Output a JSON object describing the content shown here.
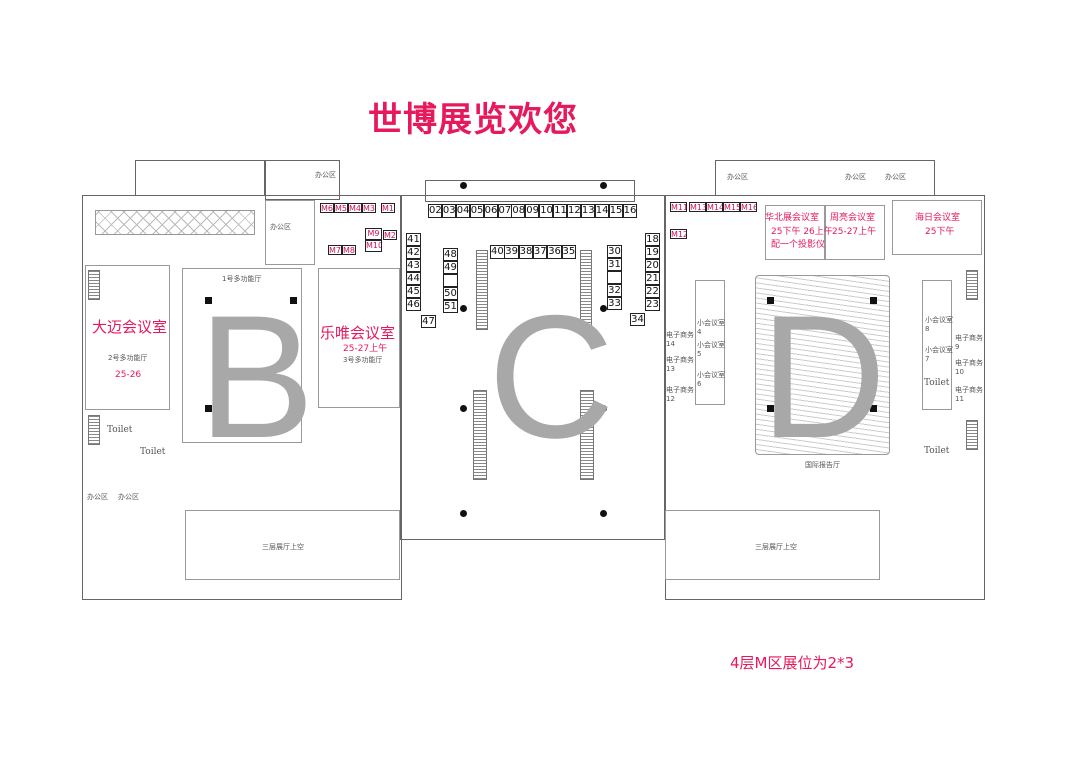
{
  "title": "世博展览欢您",
  "zones": {
    "b": "B",
    "c": "C",
    "d": "D"
  },
  "booths": {
    "top_row": [
      "02",
      "03",
      "04",
      "05",
      "06",
      "07",
      "08",
      "09",
      "10",
      "11",
      "12",
      "13",
      "14",
      "15",
      "16"
    ],
    "middle_row": [
      "40",
      "39",
      "38",
      "37",
      "36",
      "35"
    ],
    "left_column": [
      "41",
      "42",
      "43",
      "44",
      "45",
      "46"
    ],
    "booth_47": "47",
    "inner_left_column": [
      "48",
      "49",
      "",
      "50",
      "51"
    ],
    "inner_right_column": [
      "30",
      "31",
      "",
      "32",
      "33"
    ],
    "booth_34": "34",
    "right_column": [
      "18",
      "19",
      "20",
      "21",
      "22",
      "23"
    ]
  },
  "m_booths": {
    "left_top": [
      "M6",
      "M5",
      "M4",
      "M3"
    ],
    "m1": "M1",
    "m2": "M2",
    "left_low": [
      "M7",
      "M8"
    ],
    "m9": "M9",
    "m10": "M10",
    "m11": "M11",
    "right_top": [
      "M13",
      "M14",
      "M15",
      "M16"
    ],
    "m12": "M12"
  },
  "rooms": {
    "damai": {
      "name": "大迈会议室",
      "hall": "2号多功能厅",
      "time": "25-26"
    },
    "hall1": "1号多功能厅",
    "lewei": {
      "name": "乐唯会议室",
      "time": "25-27上午",
      "hall": "3号多功能厅"
    },
    "huabei": {
      "name": "华北展会议室",
      "time": "25下午 26上午",
      "note": "配一个投影仪"
    },
    "zhouliang": {
      "name": "周亮会议室",
      "time": "25-27上午"
    },
    "hairi": {
      "name": "海日会议室",
      "time": "25下午"
    },
    "office": "办公区",
    "toilet": "Toilet",
    "atrium": "三层展厅上空",
    "auditorium": "国际报告厅",
    "small_rooms": [
      "小会议室 4",
      "小会议室 5",
      "小会议室 6",
      "小会议室 8",
      "小会议室 7"
    ],
    "biz_rooms": [
      "电子商务 14",
      "电子商务 13",
      "电子商务 12",
      "电子商务 9",
      "电子商务 10",
      "电子商务 11"
    ]
  },
  "note": "4层M区展位为2*3",
  "colors": {
    "accent": "#e5195b",
    "zone_letter": "#a8a8a8"
  }
}
